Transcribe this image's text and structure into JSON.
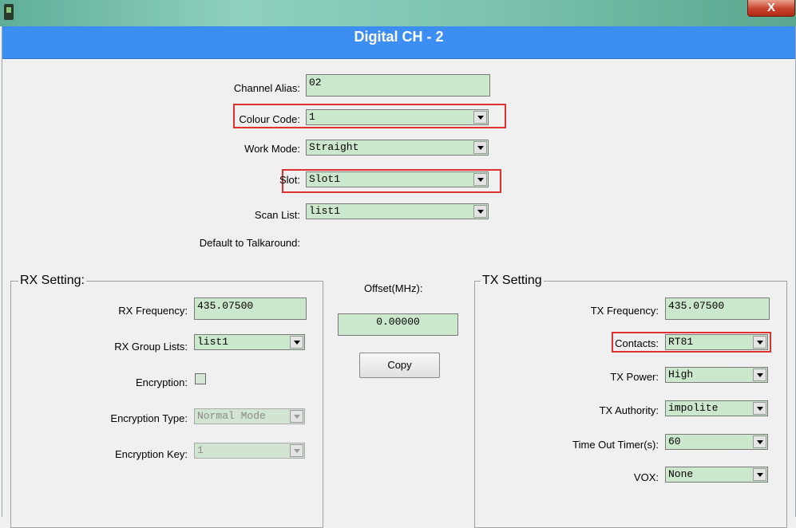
{
  "window": {
    "close_label": "X"
  },
  "dialog": {
    "title": "Digital CH  -  2"
  },
  "channel_alias": {
    "label": "Channel Alias:",
    "value": "02"
  },
  "colour_code": {
    "label": "Colour Code:",
    "value": "1"
  },
  "work_mode": {
    "label": "Work Mode:",
    "value": "Straight"
  },
  "slot": {
    "label": "Slot:",
    "value": "Slot1"
  },
  "scan_list": {
    "label": "Scan List:",
    "value": "list1"
  },
  "talkaround": {
    "label": "Default to Talkaround:"
  },
  "rx": {
    "title": "RX Setting:",
    "frequency": {
      "label": "RX Frequency:",
      "value": "435.07500"
    },
    "group_lists": {
      "label": "RX Group Lists:",
      "value": "list1"
    },
    "encryption": {
      "label": "Encryption:",
      "checked": false
    },
    "encryption_type": {
      "label": "Encryption Type:",
      "value": "Normal Mode"
    },
    "encryption_key": {
      "label": "Encryption Key:",
      "value": "1"
    }
  },
  "offset": {
    "label": "Offset(MHz):",
    "value": "0.00000",
    "copy_label": "Copy"
  },
  "tx": {
    "title": "TX Setting",
    "frequency": {
      "label": "TX Frequency:",
      "value": "435.07500"
    },
    "contacts": {
      "label": "Contacts:",
      "value": "RT81"
    },
    "power": {
      "label": "TX Power:",
      "value": "High"
    },
    "authority": {
      "label": "TX Authority:",
      "value": "impolite"
    },
    "timeout": {
      "label": "Time Out Timer(s):",
      "value": "60"
    },
    "vox": {
      "label": "VOX:",
      "value": "None"
    }
  },
  "colors": {
    "title_bar": "#3c8ef2",
    "field_bg": "#cce8cc",
    "highlight": "#e03030"
  }
}
